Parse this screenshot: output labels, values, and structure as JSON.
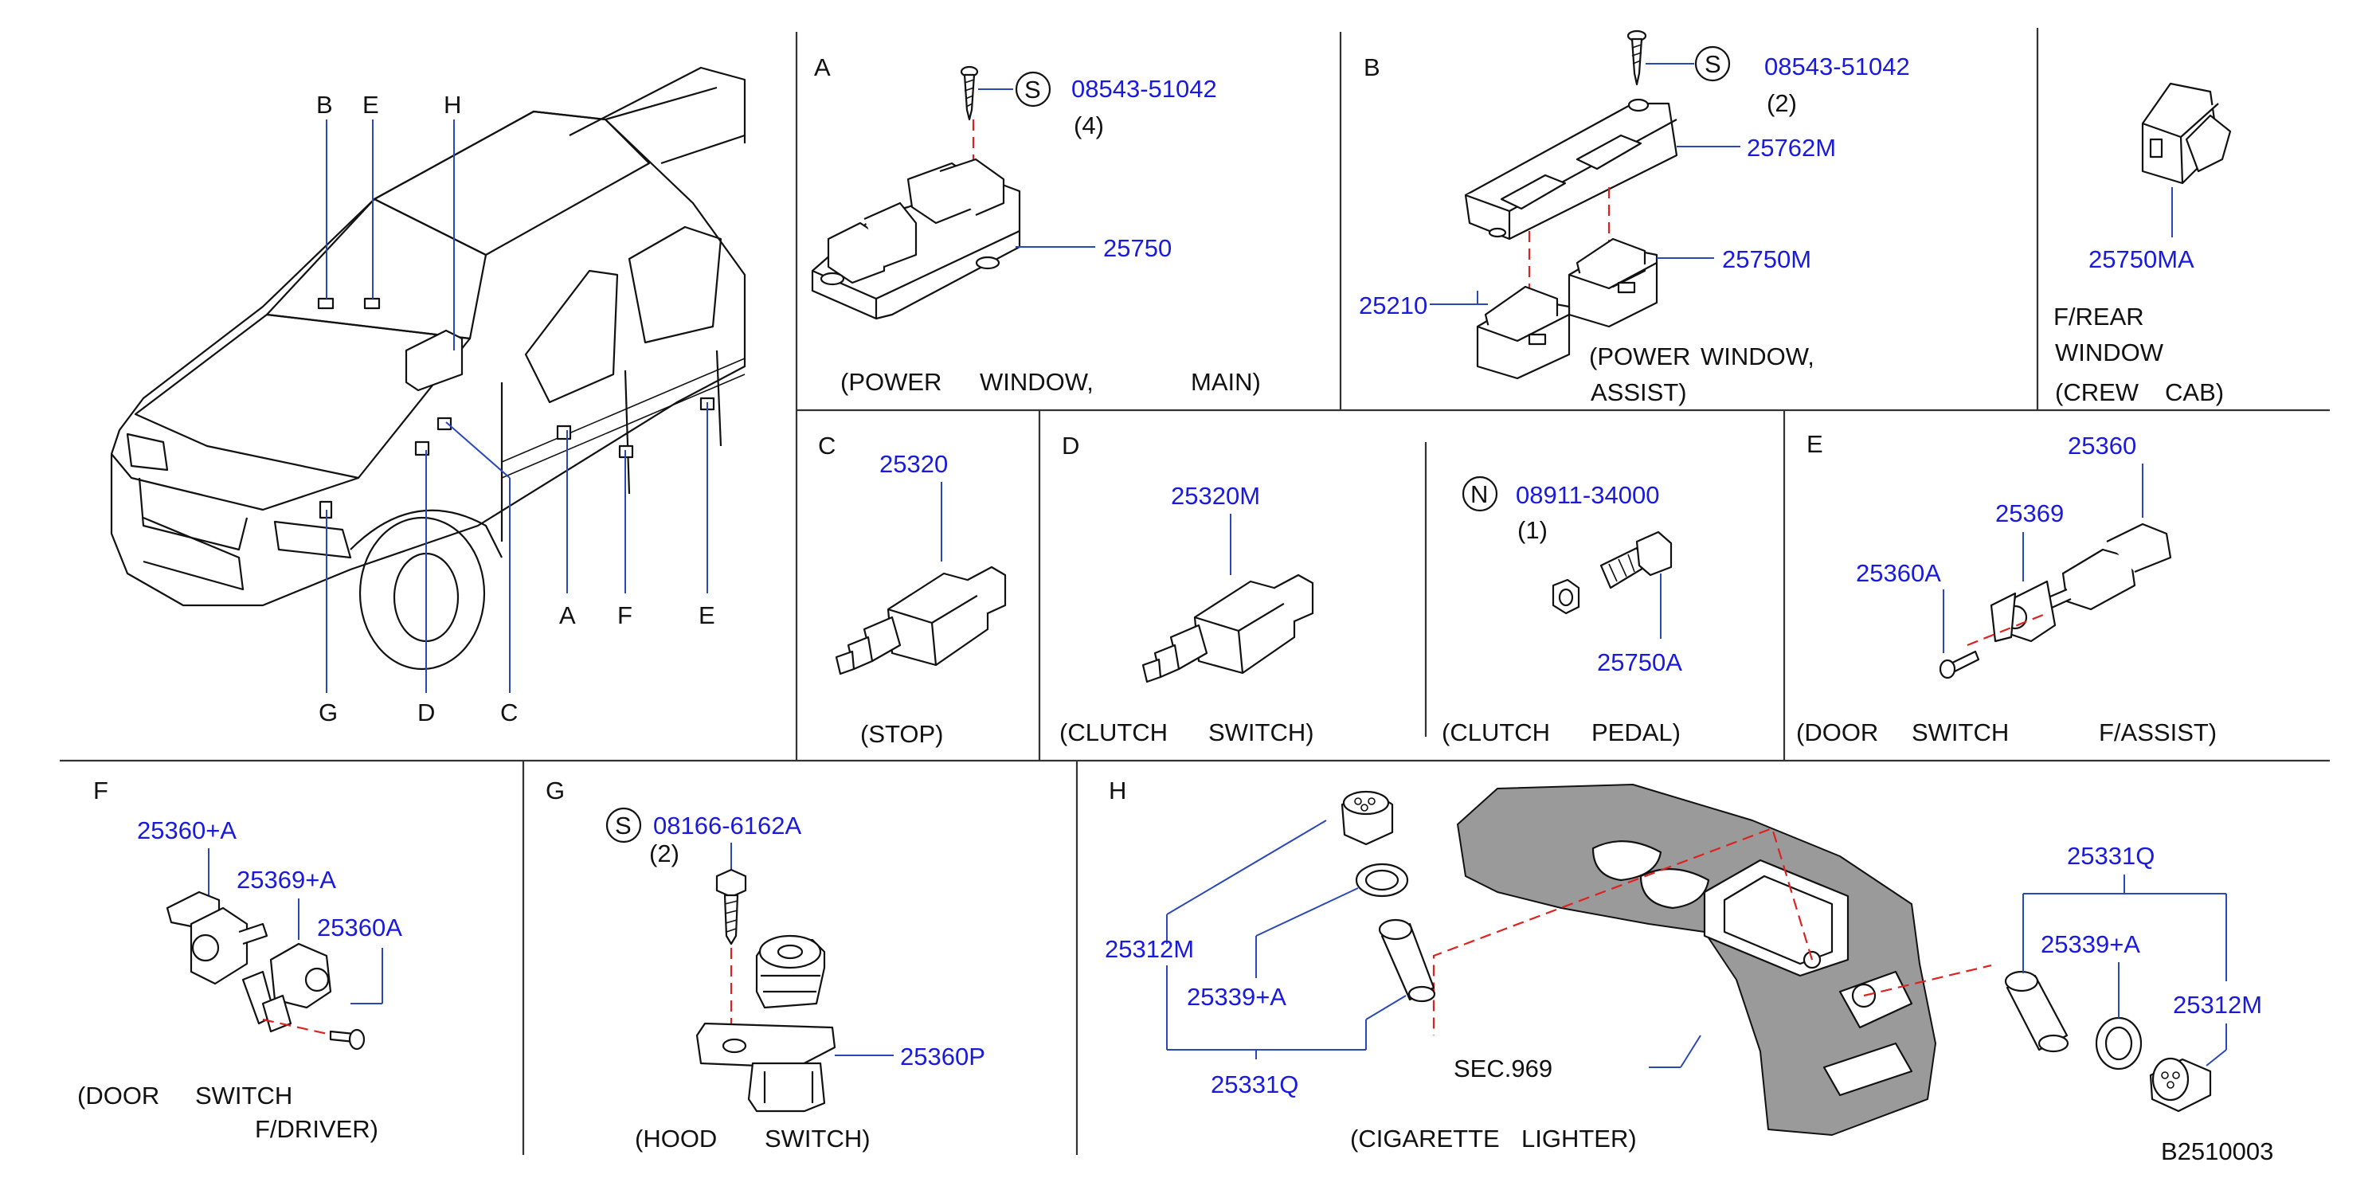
{
  "diagram_id": "B2510003",
  "overview": {
    "callouts": [
      "B",
      "E",
      "H",
      "A",
      "F",
      "E",
      "G",
      "D",
      "C"
    ]
  },
  "sections": {
    "A": {
      "letter": "A",
      "screw_symbol": "S",
      "screw_part": "08543-51042",
      "screw_qty": "(4)",
      "part": "25750",
      "caption_1": "(POWER",
      "caption_2": "WINDOW,",
      "caption_3": "MAIN)"
    },
    "B": {
      "letter": "B",
      "screw_symbol": "S",
      "screw_part": "08543-51042",
      "screw_qty": "(2)",
      "bezel_part": "25762M",
      "switch_part": "25750M",
      "switch2_part": "25210",
      "caption_1": "(POWER",
      "caption_2": "WINDOW,",
      "caption_3": "ASSIST)"
    },
    "rear": {
      "part": "25750MA",
      "caption_1": "F/REAR",
      "caption_2": "WINDOW",
      "caption_3": "(CREW",
      "caption_4": "CAB)"
    },
    "C": {
      "letter": "C",
      "part": "25320",
      "caption": "(STOP)"
    },
    "D": {
      "letter": "D",
      "switch_part": "25320M",
      "nut_symbol": "N",
      "nut_part": "08911-34000",
      "nut_qty": "(1)",
      "bolt_part": "25750A",
      "caption_1a": "(CLUTCH",
      "caption_1b": "SWITCH)",
      "caption_2a": "(CLUTCH",
      "caption_2b": "PEDAL)"
    },
    "E": {
      "letter": "E",
      "part_1": "25360",
      "part_2": "25369",
      "part_3": "25360A",
      "caption_1": "(DOOR",
      "caption_2": "SWITCH",
      "caption_3": "F/ASSIST)"
    },
    "F": {
      "letter": "F",
      "part_1": "25360+A",
      "part_2": "25369+A",
      "part_3": "25360A",
      "caption_1": "(DOOR",
      "caption_2": "SWITCH",
      "caption_3": "F/DRIVER)"
    },
    "G": {
      "letter": "G",
      "bolt_symbol": "S",
      "bolt_part": "08166-6162A",
      "bolt_qty": "(2)",
      "part": "25360P",
      "caption_1": "(HOOD",
      "caption_2": "SWITCH)"
    },
    "H": {
      "letter": "H",
      "left_top": "25312M",
      "left_mid": "25339+A",
      "left_bottom": "25331Q",
      "right_top": "25331Q",
      "right_mid": "25339+A",
      "right_bottom": "25312M",
      "sec": "SEC.969",
      "caption_1": "(CIGARETTE",
      "caption_2": "LIGHTER)"
    }
  }
}
